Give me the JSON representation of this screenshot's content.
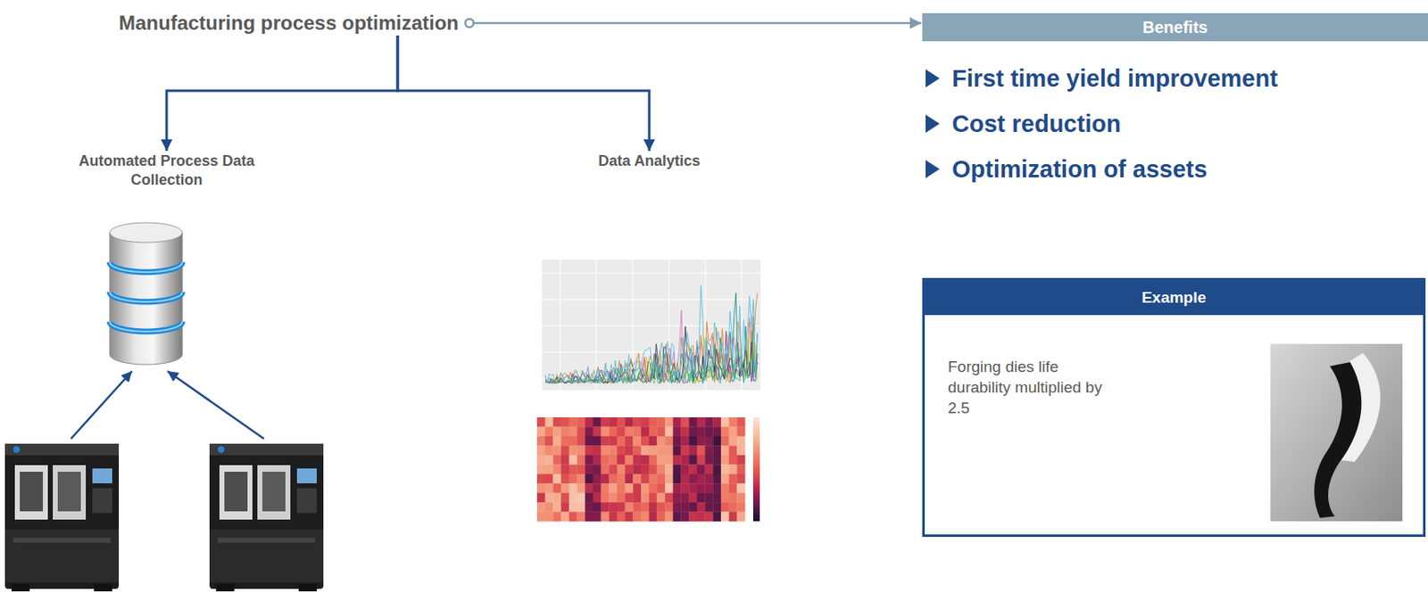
{
  "diagram": {
    "nodes": [
      {
        "text": [
          "Manufacturing process optimization"
        ]
      },
      {
        "text": [
          "Automated Process Data Collection"
        ]
      },
      {
        "text": [
          "Data Analytics"
        ]
      },
      {
        "text": [
          "Benefits"
        ]
      },
      {
        "text": [
          "Example",
          "Forging dies life durability multiplied by 2.5"
        ]
      }
    ],
    "edges": [
      {
        "from": 0,
        "to": 1,
        "arrow": "to"
      },
      {
        "from": 0,
        "to": 2,
        "arrow": "to"
      },
      {
        "from": 0,
        "to": 3,
        "arrow": "to"
      }
    ],
    "labels": [
      "First time yield improvement",
      "Cost reduction",
      "Optimization of assets"
    ]
  }
}
